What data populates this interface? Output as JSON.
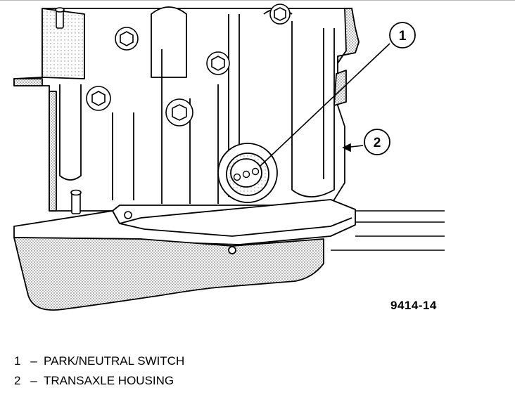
{
  "figure": {
    "figure_number": "9414-14",
    "callouts": [
      {
        "number": "1"
      },
      {
        "number": "2"
      }
    ]
  },
  "legend": {
    "items": [
      {
        "number": "1",
        "dash": "–",
        "label": "PARK/NEUTRAL SWITCH"
      },
      {
        "number": "2",
        "dash": "–",
        "label": "TRANSAXLE HOUSING"
      }
    ]
  },
  "colors": {
    "line": "#000000",
    "background": "#ffffff",
    "pan_fill": "#9a9a9a"
  }
}
